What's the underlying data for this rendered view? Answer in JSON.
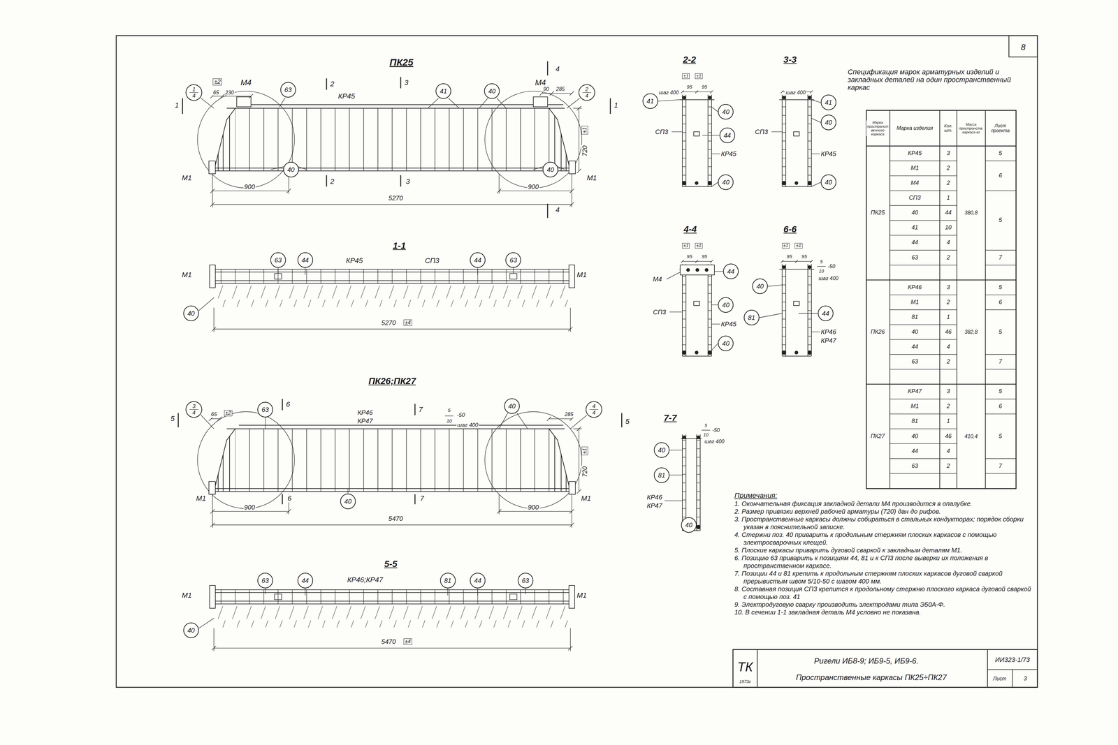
{
  "diagram": {
    "nodes": [
      {
        "text": [
          "1",
          "4"
        ]
      },
      {
        "text": [
          "63"
        ]
      },
      {
        "text": [
          "41"
        ]
      },
      {
        "text": [
          "40"
        ]
      },
      {
        "text": [
          "2",
          "4"
        ]
      },
      {
        "text": [
          "40"
        ]
      },
      {
        "text": [
          "40"
        ]
      },
      {
        "text": [
          "63"
        ]
      },
      {
        "text": [
          "44"
        ]
      },
      {
        "text": [
          "44"
        ]
      },
      {
        "text": [
          "63"
        ]
      },
      {
        "text": [
          "40"
        ]
      },
      {
        "text": [
          "3",
          "4"
        ]
      },
      {
        "text": [
          "63"
        ]
      },
      {
        "text": [
          "40"
        ]
      },
      {
        "text": [
          "4",
          "4"
        ]
      },
      {
        "text": [
          "40"
        ]
      },
      {
        "text": [
          "63"
        ]
      },
      {
        "text": [
          "44"
        ]
      },
      {
        "text": [
          "81"
        ]
      },
      {
        "text": [
          "44"
        ]
      },
      {
        "text": [
          "63"
        ]
      },
      {
        "text": [
          "40"
        ]
      },
      {
        "text": [
          "41"
        ]
      },
      {
        "text": [
          "40"
        ]
      },
      {
        "text": [
          "44"
        ]
      },
      {
        "text": [
          "40"
        ]
      },
      {
        "text": [
          "41"
        ]
      },
      {
        "text": [
          "40"
        ]
      },
      {
        "text": [
          "40"
        ]
      },
      {
        "text": [
          "44"
        ]
      },
      {
        "text": [
          "40"
        ]
      },
      {
        "text": [
          "40"
        ]
      },
      {
        "text": [
          "40"
        ]
      },
      {
        "text": [
          "81"
        ]
      },
      {
        "text": [
          "44"
        ]
      },
      {
        "text": [
          "40"
        ]
      },
      {
        "text": [
          "81"
        ]
      },
      {
        "text": [
          "40"
        ]
      }
    ],
    "labels": [
      "ПК25",
      "М4",
      "±2",
      "65",
      "230",
      "2",
      "КР45",
      "3",
      "4",
      "М4",
      "90",
      "285",
      "1",
      "1",
      "720",
      "±1",
      "М1",
      "М1",
      "900",
      "2",
      "3",
      "900",
      "5270",
      "4",
      "1-1",
      "М1",
      "КР45",
      "СП3",
      "М1",
      "5270",
      "±4",
      "ПК26;ПК27",
      "5",
      "65",
      "±2",
      "6",
      "КР46",
      "КР47",
      "7",
      "5",
      "10",
      "-50",
      "шаг 400",
      "285",
      "5",
      "720",
      "±1",
      "М1",
      "М1",
      "900",
      "6",
      "7",
      "900",
      "5470",
      "5-5",
      "КР46;КР47",
      "М1",
      "М1",
      "5470",
      "±4",
      "2-2",
      "±1",
      "±1",
      "95",
      "95",
      "шаг 400",
      "СП3",
      "КР45",
      "3-3",
      "шаг 400",
      "СП3",
      "КР45",
      "4-4",
      "±1",
      "±1",
      "95",
      "95",
      "М4",
      "СП3",
      "КР45",
      "6-6",
      "±1",
      "±1",
      "95",
      "95",
      "5",
      "10",
      "-50",
      "шаг 400",
      "КР46",
      "КР47",
      "7-7",
      "5",
      "10",
      "-50",
      "шаг 400",
      "КР46",
      "КР47",
      "Спецификация марок арматурных изделий и закладных деталей на один пространственный каркас",
      "Марка пространственного каркаса",
      "Марка изделия",
      "Кол. шт.",
      "Масса пространств. каркаса кг",
      "Лист проекта",
      "ПК25",
      "КР45",
      "3",
      "5",
      "М1",
      "2",
      "М4",
      "2",
      "6",
      "СП3",
      "1",
      "40",
      "44",
      "41",
      "10",
      "44",
      "4",
      "5",
      "63",
      "2",
      "7",
      "380,8",
      "ПК26",
      "КР46",
      "3",
      "5",
      "М1",
      "2",
      "6",
      "81",
      "1",
      "40",
      "46",
      "44",
      "4",
      "5",
      "63",
      "2",
      "7",
      "382,8",
      "ПК27",
      "КР47",
      "3",
      "5",
      "М1",
      "2",
      "6",
      "81",
      "1",
      "40",
      "46",
      "44",
      "4",
      "5",
      "63",
      "2",
      "7",
      "410,4",
      "Примечания:",
      "1. Окончательная фиксация закладной детали М4 производится в опалубке.",
      "2. Размер привязки верхней рабочей арматуры (720) дан до рифов.",
      "3. Пространственные каркасы должны собираться в стальных кондукторах; порядок сборки указан в пояснительной записке.",
      "4. Стержни поз. 40 приварить к продольным стержням плоских каркасов с помощью электросварочных клещей.",
      "5. Плоские каркасы приварить дуговой сваркой к закладным деталям М1.",
      "6. Позицию 63 приварить к позициям 44, 81 и к СП3 после выверки их положения в пространственном каркасе.",
      "7. Позиции 44 и 81 крепить к продольным стержням плоских каркасов дуговой сваркой прерывистым швом 5/10-50 с шагом 400 мм.",
      "8. Составная позиция СП3 крепится к продольному стержню плоского каркаса дуговой сваркой с помощью поз. 41",
      "9. Электродуговую сварку производить электродами типа Э50А-Ф.",
      "10. В сечении 1-1 закладная деталь М4 условно не показана.",
      "ТК",
      "1973г",
      "Ригели ИБ8-9; ИБ9-5, ИБ9-6.",
      "Пространственные каркасы ПК25÷ПК27",
      "ИИ323-1/73",
      "Лист",
      "3",
      "8"
    ]
  }
}
